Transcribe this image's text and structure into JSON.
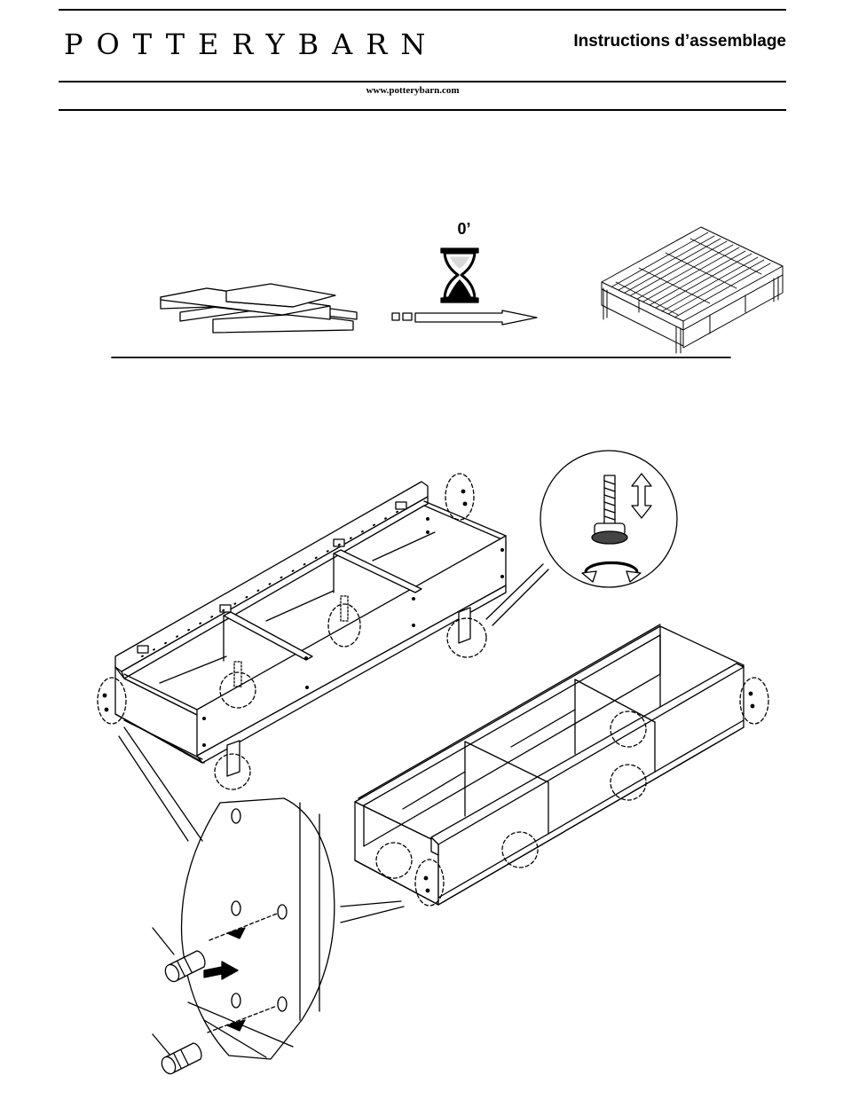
{
  "header": {
    "brand": "POTTERYBARN",
    "title": "Instructions d’assemblage",
    "url": "www.potterybarn.com"
  },
  "overview": {
    "time_label": "0’"
  },
  "icons": [
    "hourglass-icon",
    "arrow-right-icon",
    "planks-icon",
    "bed-frame-icon",
    "leveler-foot-icon",
    "rotate-icon",
    "updown-arrow-icon",
    "dowel-icon"
  ]
}
